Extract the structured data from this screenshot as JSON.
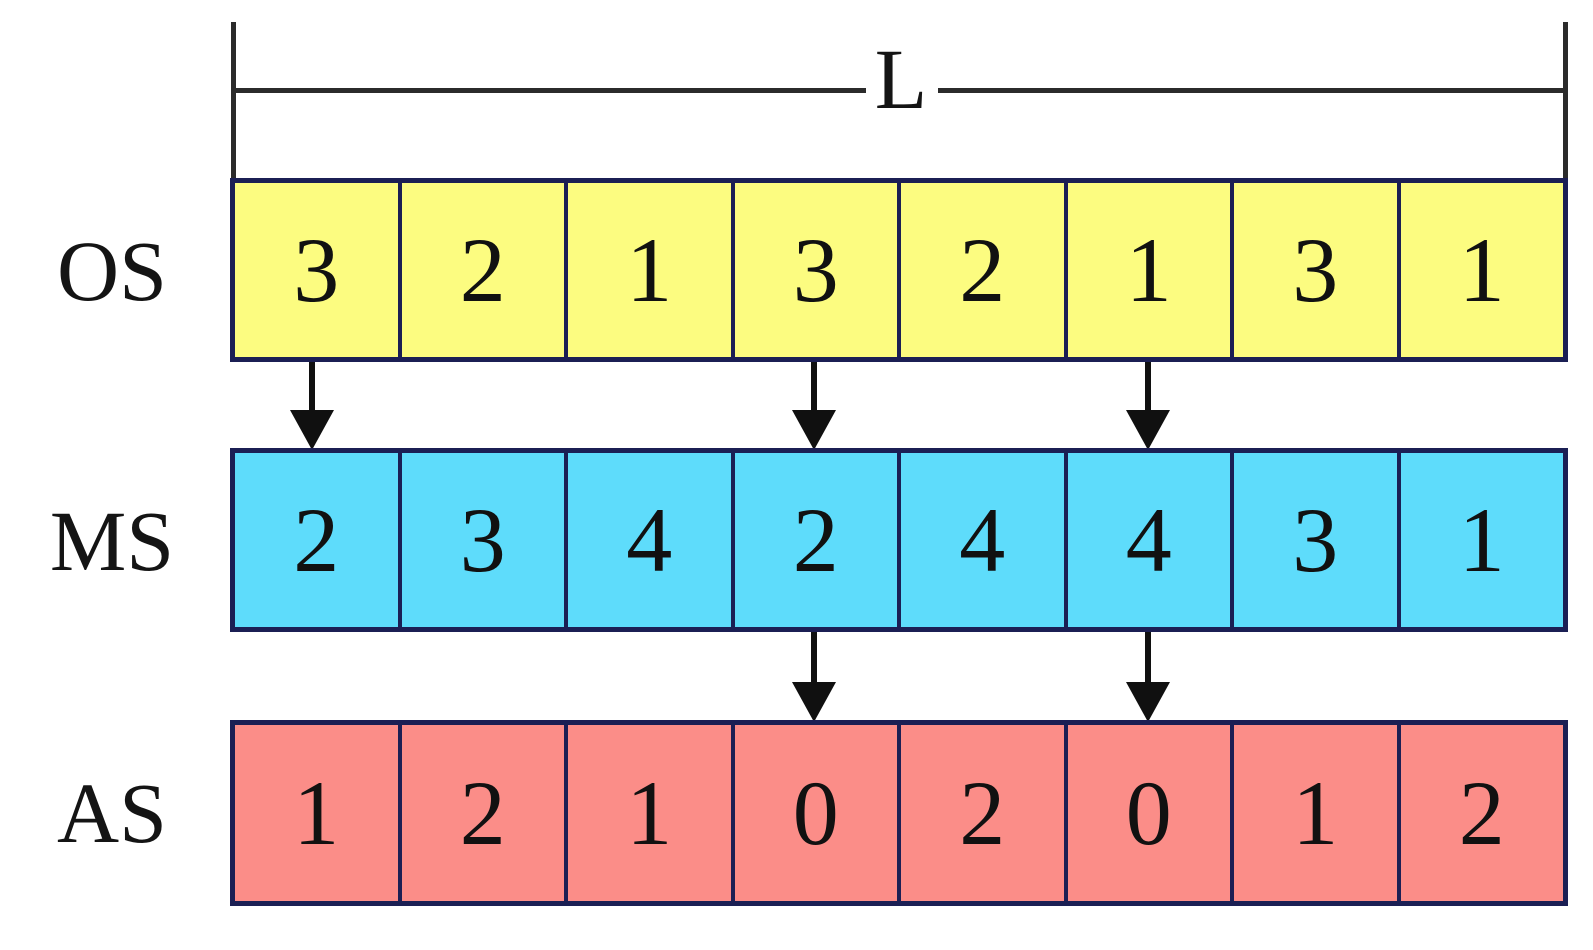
{
  "diagram": {
    "title_label": "L",
    "bracket": {
      "label": "L",
      "name": "sequence-length-bracket"
    },
    "rows": [
      {
        "key": "os",
        "label": "OS",
        "color": "#fcfc80",
        "values": [
          "3",
          "2",
          "1",
          "3",
          "2",
          "1",
          "3",
          "1"
        ]
      },
      {
        "key": "ms",
        "label": "MS",
        "color": "#5edcfb",
        "values": [
          "2",
          "3",
          "4",
          "2",
          "4",
          "4",
          "3",
          "1"
        ]
      },
      {
        "key": "as",
        "label": "AS",
        "color": "#fb8d88",
        "values": [
          "1",
          "2",
          "1",
          "0",
          "2",
          "0",
          "1",
          "2"
        ]
      }
    ],
    "arrows": {
      "os_to_ms": {
        "columns": [
          1,
          4,
          6
        ],
        "icon": "arrow-down-icon"
      },
      "ms_to_as": {
        "columns": [
          4,
          6
        ],
        "icon": "arrow-down-icon"
      }
    },
    "colors": {
      "border": "#1b1f54",
      "bracket": "#2b2b2b",
      "text": "#111111",
      "background": "#ffffff"
    },
    "cell_count": 8
  }
}
